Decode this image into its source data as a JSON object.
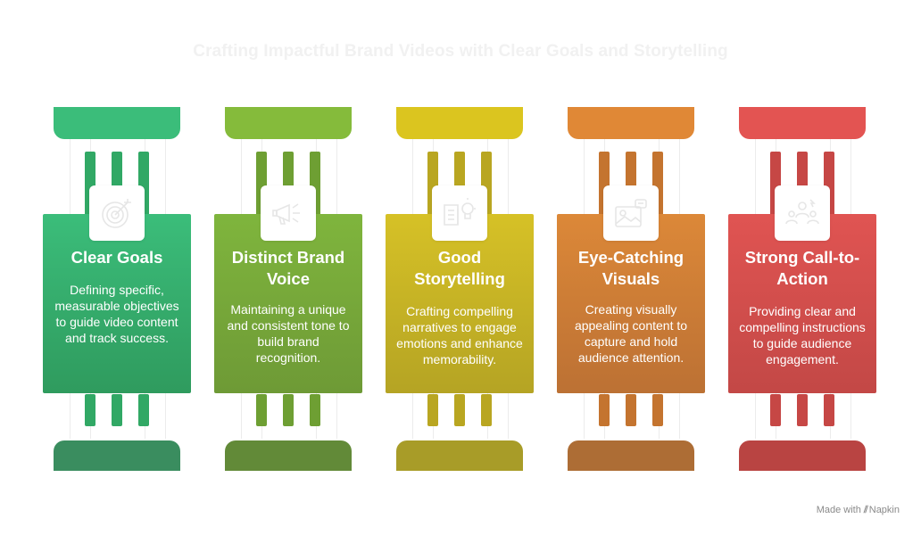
{
  "title": "Crafting Impactful Brand Videos with Clear Goals and Storytelling",
  "pillars": [
    {
      "title": "Clear Goals",
      "description": "Defining specific, measurable objectives to guide video content and track success.",
      "icon": "target-icon",
      "colors": {
        "cap": "#3bbd7a",
        "flute": "#31a865",
        "card_top": "#3bbd7a",
        "card_bottom": "#2f9b5e",
        "base": "#3a8d5f"
      }
    },
    {
      "title": "Distinct Brand Voice",
      "description": "Maintaining a unique and consistent tone to build brand recognition.",
      "icon": "megaphone-icon",
      "colors": {
        "cap": "#85bb3b",
        "flute": "#6e9f33",
        "card_top": "#7fb53d",
        "card_bottom": "#6e9a36",
        "base": "#628a38"
      }
    },
    {
      "title": "Good Storytelling",
      "description": "Crafting compelling narratives to engage emotions and enhance memorability.",
      "icon": "book-lightbulb-icon",
      "colors": {
        "cap": "#dbc51f",
        "flute": "#b9a621",
        "card_top": "#d6c126",
        "card_bottom": "#b5a424",
        "base": "#a89c28"
      }
    },
    {
      "title": "Eye-Catching Visuals",
      "description": "Creating visually appealing content to capture and hold audience attention.",
      "icon": "image-icon",
      "colors": {
        "cap": "#e08836",
        "flute": "#c4742f",
        "card_top": "#dc8838",
        "card_bottom": "#bc7134",
        "base": "#ad6d35"
      }
    },
    {
      "title": "Strong Call-to-Action",
      "description": "Providing clear and compelling instructions to guide audience engagement.",
      "icon": "audience-icon",
      "colors": {
        "cap": "#e35452",
        "flute": "#c64745",
        "card_top": "#e05452",
        "card_bottom": "#c34846",
        "base": "#b94442"
      }
    }
  ],
  "footer": {
    "prefix": "Made with",
    "brand": "Napkin"
  }
}
